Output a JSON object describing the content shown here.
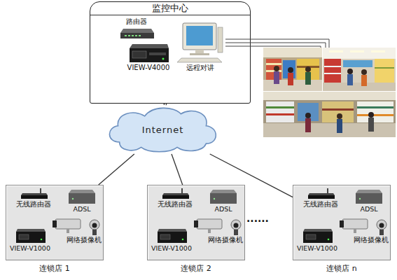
{
  "diagram": {
    "nodes": [
      {
        "text": [
          "监控中心"
        ]
      },
      {
        "text": [
          "路由器"
        ],
        "in": 0
      },
      {
        "text": [
          "VIEW-V4000"
        ],
        "in": 0
      },
      {
        "text": [
          "远程对讲"
        ],
        "in": 0
      },
      {
        "text": [
          "Internet"
        ]
      },
      {
        "text": [
          "连锁店 1"
        ]
      },
      {
        "text": [
          "无线路由器"
        ],
        "in": 5
      },
      {
        "text": [
          "ADSL"
        ],
        "in": 5
      },
      {
        "text": [
          "网络摄像机"
        ],
        "in": 5
      },
      {
        "text": [
          "VIEW-V1000"
        ],
        "in": 5
      },
      {
        "text": [
          "连锁店 2"
        ]
      },
      {
        "text": [
          "无线路由器"
        ],
        "in": 10
      },
      {
        "text": [
          "ADSL"
        ],
        "in": 10
      },
      {
        "text": [
          "网络摄像机"
        ],
        "in": 10
      },
      {
        "text": [
          "VIEW-V1000"
        ],
        "in": 10
      },
      {
        "text": [
          "连锁店 n"
        ]
      },
      {
        "text": [
          "无线路由器"
        ],
        "in": 15
      },
      {
        "text": [
          "ADSL"
        ],
        "in": 15
      },
      {
        "text": [
          "网络摄像机"
        ],
        "in": 15
      },
      {
        "text": [
          "VIEW-V1000"
        ],
        "in": 15
      }
    ],
    "edges": [
      {
        "from": 0,
        "to": 4,
        "arrow": "none"
      },
      {
        "from": 4,
        "to": 5,
        "arrow": "none"
      },
      {
        "from": 4,
        "to": 10,
        "arrow": "none"
      },
      {
        "from": 4,
        "to": 15,
        "arrow": "none"
      }
    ],
    "labels": [
      "······"
    ]
  }
}
